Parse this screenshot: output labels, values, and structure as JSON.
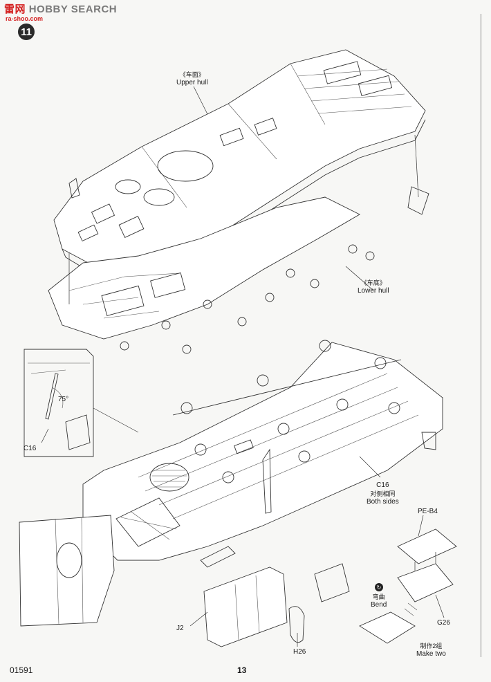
{
  "watermark": {
    "brand_a": "雷",
    "brand_b": "网",
    "brand_c": "HOBBY SEARCH",
    "sub": "ra-shoo.com"
  },
  "step": {
    "number": "11"
  },
  "labels": {
    "upper_hull_cn": "《车面》",
    "upper_hull_en": "Upper hull",
    "lower_hull_cn": "《车底》",
    "lower_hull_en": "Lower hull",
    "angle": "75°",
    "c16_detail": "C16",
    "c16_main": "C16",
    "both_sides_cn": "对侧相同",
    "both_sides_en": "Both sides",
    "pe_b4": "PE-B4",
    "bend_cn": "弯曲",
    "bend_en": "Bend",
    "g26": "G26",
    "make_two_cn": "制作2组",
    "make_two_en": "Make two",
    "j2": "J2",
    "h26": "H26"
  },
  "footer": {
    "code": "01591",
    "page": "13"
  }
}
